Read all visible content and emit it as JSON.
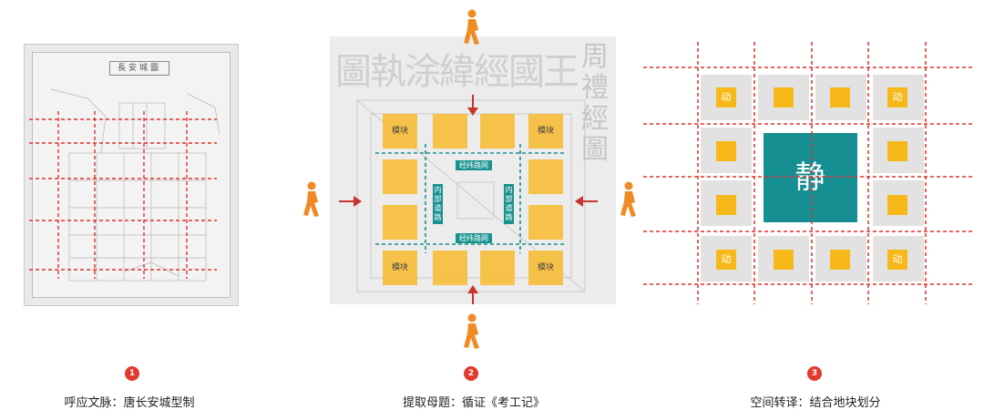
{
  "panel1": {
    "map_title": "長安城圖",
    "number": "1",
    "caption": "呼应文脉：唐长安城型制"
  },
  "panel2": {
    "scroll_title": "圖執涂緯經國王",
    "scroll_side": "周禮經圖",
    "block_label": "模块",
    "road_network": "经纬路网",
    "inner_road": "内部道路",
    "number": "2",
    "caption": "提取母题：循证《考工记》"
  },
  "panel3": {
    "dynamic_label": "动",
    "static_label": "静",
    "number": "3",
    "caption": "空间转译：结合地块划分"
  },
  "colors": {
    "red_dash": "#e0322a",
    "teal": "#17928e",
    "yellow": "#f7be3c",
    "person": "#f08a24",
    "arrow": "#c8332a"
  }
}
